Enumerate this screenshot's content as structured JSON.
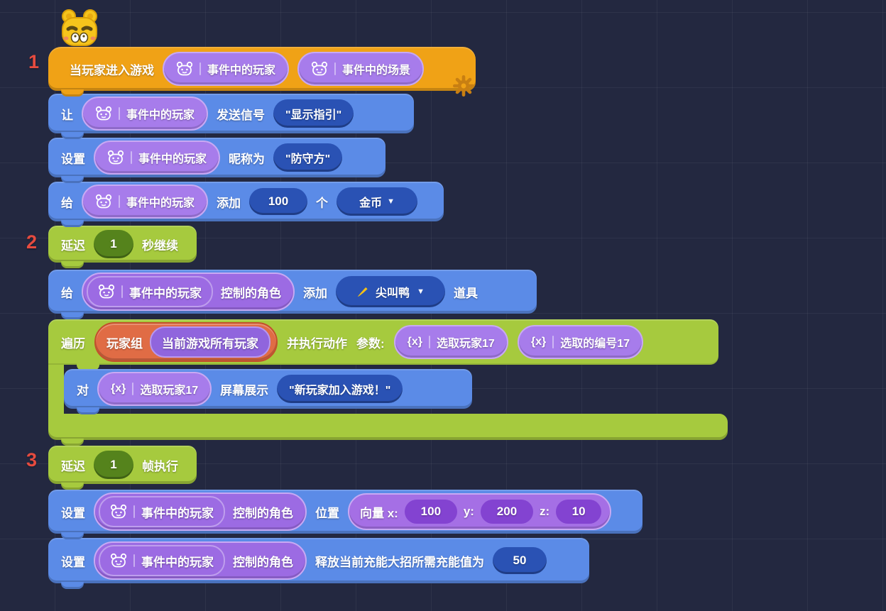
{
  "background": {
    "color": "#232840",
    "grid_line_color": "#343a5c"
  },
  "colors": {
    "orange_block": "#f0a216",
    "blue_block": "#5b8be7",
    "green_block": "#a6ca3e",
    "purple_pill": "#a77ceb",
    "dark_blue_pill": "#2a52b4",
    "red_group_pill": "#e06c45",
    "vector_input_purple": "#8343d1",
    "green_input": "#55831c",
    "marker_red": "#e64b3f",
    "gear_orange": "#c87f12",
    "brush_yellow": "#f5c117"
  },
  "icons": {
    "bear": "bear-face-icon",
    "gear": "gear-icon",
    "brush": "brush-icon",
    "variable_prefix": "{x}",
    "dropdown_arrow": "▼"
  },
  "markers": {
    "m1": "1",
    "m2": "2",
    "m3": "3"
  },
  "blocks": {
    "when_player_join": {
      "label": "当玩家进入游戏",
      "param_player": "事件中的玩家",
      "param_scene": "事件中的场景"
    },
    "send_signal": {
      "prefix": "让",
      "player": "事件中的玩家",
      "action": "发送信号",
      "value": "\"显示指引\""
    },
    "set_nickname": {
      "prefix": "设置",
      "player": "事件中的玩家",
      "action": "昵称为",
      "value": "\"防守方\""
    },
    "add_coins": {
      "prefix": "给",
      "player": "事件中的玩家",
      "action": "添加",
      "amount": "100",
      "unit": "个",
      "item": "金币"
    },
    "delay_seconds": {
      "prefix": "延迟",
      "amount": "1",
      "suffix": "秒继续"
    },
    "add_prop": {
      "prefix": "给",
      "player": "事件中的玩家",
      "role": "控制的角色",
      "action": "添加",
      "item": "尖叫鸭",
      "suffix": "道具"
    },
    "foreach": {
      "prefix": "遍历",
      "group_label": "玩家组",
      "group_value": "当前游戏所有玩家",
      "action": "并执行动作",
      "params_label": "参数:",
      "param_player": "选取玩家17",
      "param_index": "选取的编号17"
    },
    "screen_display": {
      "prefix": "对",
      "target": "选取玩家17",
      "action": "屏幕展示",
      "value": "\"新玩家加入游戏！\""
    },
    "delay_frames": {
      "prefix": "延迟",
      "amount": "1",
      "suffix": "帧执行"
    },
    "set_position": {
      "prefix": "设置",
      "player": "事件中的玩家",
      "role": "控制的角色",
      "action": "位置",
      "vector_label": "向量 x:",
      "x": "100",
      "y_label": "y:",
      "y": "200",
      "z_label": "z:",
      "z": "10"
    },
    "set_ultimate_charge": {
      "prefix": "设置",
      "player": "事件中的玩家",
      "role": "控制的角色",
      "action": "释放当前充能大招所需充能值为",
      "value": "50"
    }
  }
}
